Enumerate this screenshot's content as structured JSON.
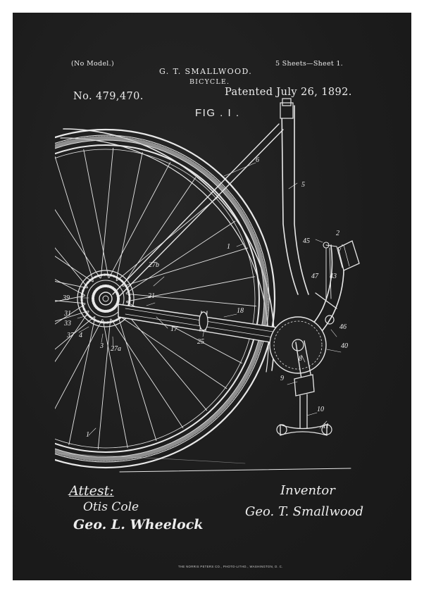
{
  "header": {
    "no_model": "(No Model.)",
    "inventor_name": "G. T. SMALLWOOD.",
    "title": "BICYCLE.",
    "sheets": "5 Sheets—Sheet 1.",
    "patent_number": "No. 479,470.",
    "patent_date": "Patented July 26, 1892."
  },
  "figure": {
    "label": "FIG . I .",
    "ref_numbers": {
      "n1_top": "1",
      "n1_bottom": "1",
      "n2": "2",
      "n3": "3",
      "n5": "5",
      "n6": "6",
      "n8": "8",
      "n9": "9",
      "n10": "10",
      "n11": "11",
      "n17": "17",
      "n18": "18",
      "n21": "21",
      "n25": "25",
      "n27b": "27b",
      "n27a": "27a",
      "n31": "31",
      "n33": "33",
      "n37": "37",
      "n39": "39",
      "n40": "40",
      "n43": "43",
      "n45": "45",
      "n46": "46",
      "n47": "47",
      "n4": "4"
    }
  },
  "signatures": {
    "attest_label": "Attest:",
    "witness_1": "Otis Cole",
    "witness_2": "Geo. L. Wheelock",
    "inventor_label": "Inventor",
    "inventor_signature": "Geo. T. Smallwood"
  },
  "footer": {
    "imprint": "THE NORRIS PETERS CO., PHOTO-LITHO., WASHINGTON, D. C."
  }
}
